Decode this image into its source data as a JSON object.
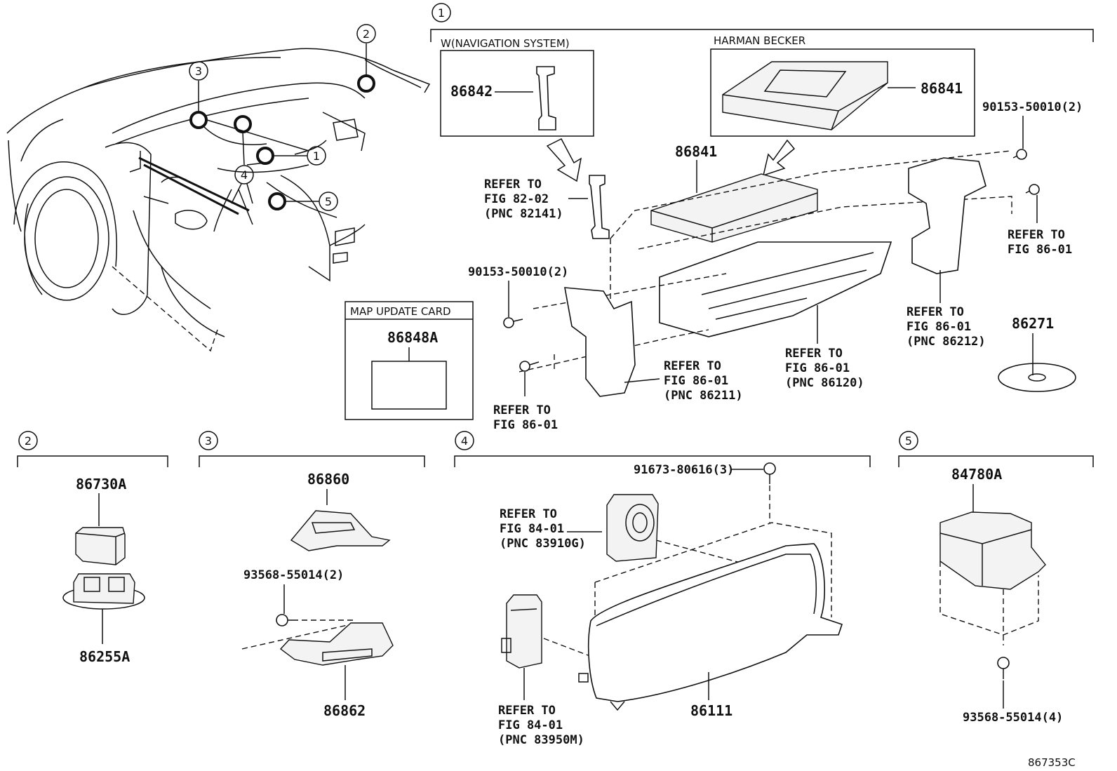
{
  "sections": {
    "s1": "1",
    "s2": "2",
    "s3": "3",
    "s4": "4",
    "s5": "5"
  },
  "boxes": {
    "navigation": "W(NAVIGATION SYSTEM)",
    "harman": "HARMAN BECKER",
    "map_update": "MAP UPDATE CARD"
  },
  "parts": {
    "p86842": "86842",
    "p86841_box": "86841",
    "p86841_main": "86841",
    "p90153_right": "90153-50010(2)",
    "p90153_left": "90153-50010(2)",
    "p86848A": "86848A",
    "p86271": "86271",
    "p86730A": "86730A",
    "p86255A": "86255A",
    "p86860": "86860",
    "p93568_s3": "93568-55014(2)",
    "p86862": "86862",
    "p91673": "91673-80616(3)",
    "p86111": "86111",
    "p84780A": "84780A",
    "p93568_s5": "93568-55014(4)"
  },
  "refs": {
    "r1": [
      "REFER TO",
      "FIG 82-02",
      "(PNC 82141)"
    ],
    "r2": [
      "REFER TO",
      "FIG 86-01"
    ],
    "r3": [
      "REFER TO",
      "FIG 86-01",
      "(PNC 86212)"
    ],
    "r4": [
      "REFER TO",
      "FIG 86-01",
      "(PNC 86120)"
    ],
    "r5": [
      "REFER TO",
      "FIG 86-01",
      "(PNC 86211)"
    ],
    "r6": [
      "REFER TO",
      "FIG 86-01"
    ],
    "r7": [
      "REFER TO",
      "FIG 84-01",
      "(PNC 83910G)"
    ],
    "r8": [
      "REFER TO",
      "FIG 84-01",
      "(PNC 83950M)"
    ]
  },
  "callouts": {
    "c1": "1",
    "c2": "2",
    "c3": "3",
    "c4": "4",
    "c5": "5"
  },
  "figure_id": "867353C"
}
